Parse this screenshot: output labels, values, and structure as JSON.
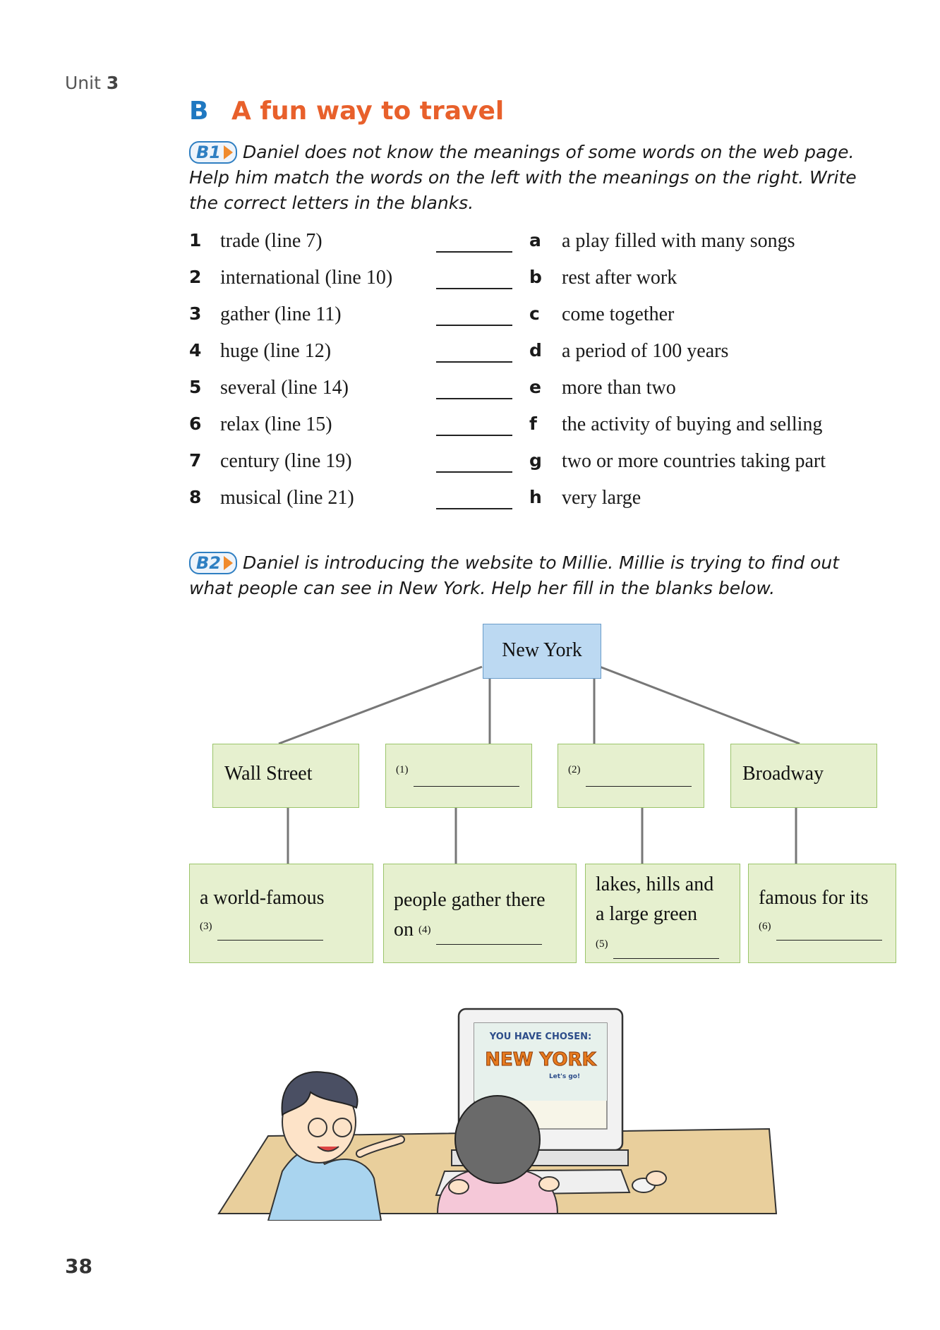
{
  "header": {
    "unit_label": "Unit",
    "unit_number": "3"
  },
  "section": {
    "letter": "B",
    "title": "A fun way to travel"
  },
  "b1": {
    "badge": "B1",
    "instruction": "Daniel does not know the meanings of some words on the web page. Help him match the words on the left with the meanings on the right. Write the correct letters in the blanks.",
    "items": [
      {
        "num": "1",
        "word": "trade (line 7)",
        "letter": "a",
        "meaning": "a play filled with many songs"
      },
      {
        "num": "2",
        "word": "international (line 10)",
        "letter": "b",
        "meaning": "rest after work"
      },
      {
        "num": "3",
        "word": "gather (line 11)",
        "letter": "c",
        "meaning": "come together"
      },
      {
        "num": "4",
        "word": "huge (line 12)",
        "letter": "d",
        "meaning": "a period of 100 years"
      },
      {
        "num": "5",
        "word": "several (line 14)",
        "letter": "e",
        "meaning": "more than two"
      },
      {
        "num": "6",
        "word": "relax (line 15)",
        "letter": "f",
        "meaning": "the activity of buying and selling"
      },
      {
        "num": "7",
        "word": "century (line 19)",
        "letter": "g",
        "meaning": "two or more countries taking part"
      },
      {
        "num": "8",
        "word": "musical (line 21)",
        "letter": "h",
        "meaning": "very large"
      }
    ]
  },
  "b2": {
    "badge": "B2",
    "instruction": "Daniel is introducing the website to Millie. Millie is trying to find out what people can see in New York. Help her fill in the blanks below.",
    "diagram": {
      "root": "New York",
      "level1": [
        {
          "text": "Wall Street",
          "blank_no": ""
        },
        {
          "text": "",
          "blank_no": "(1)"
        },
        {
          "text": "",
          "blank_no": "(2)"
        },
        {
          "text": "Broadway",
          "blank_no": ""
        }
      ],
      "level2": [
        {
          "line1": "a world-famous",
          "line2": "",
          "blank_no": "(3)"
        },
        {
          "line1": "people gather there",
          "line2": "on",
          "blank_no": "(4)"
        },
        {
          "line1": "lakes, hills and",
          "line2": "a large green",
          "blank_no": "(5)"
        },
        {
          "line1": "famous for its",
          "line2": "",
          "blank_no": "(6)"
        }
      ]
    }
  },
  "illustration": {
    "screen_line1": "YOU HAVE CHOSEN:",
    "screen_line2": "NEW YORK",
    "screen_line3": "Let's go!"
  },
  "footer": {
    "page_number": "38"
  }
}
